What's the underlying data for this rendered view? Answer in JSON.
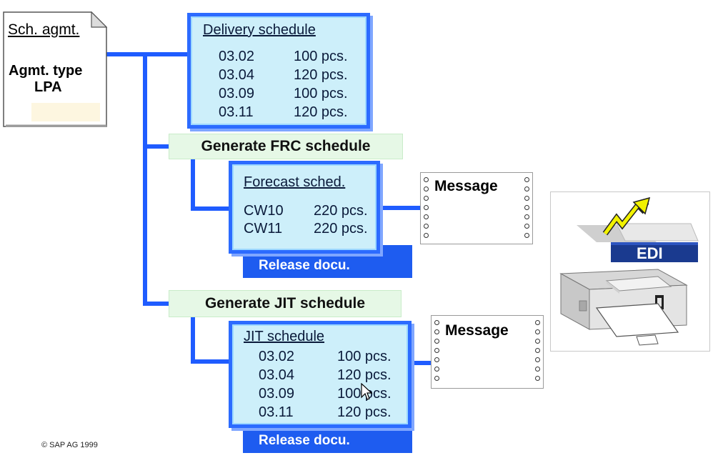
{
  "agreement": {
    "title": "Sch. agmt.",
    "type_label": "Agmt. type",
    "type_value": "LPA"
  },
  "delivery_schedule": {
    "title": "Delivery schedule",
    "rows": [
      {
        "date": "03.02",
        "qty": "100 pcs."
      },
      {
        "date": "03.04",
        "qty": "120 pcs."
      },
      {
        "date": "03.09",
        "qty": "100 pcs."
      },
      {
        "date": "03.11",
        "qty": "120 pcs."
      }
    ]
  },
  "frc": {
    "generate_label": "Generate FRC schedule",
    "title": "Forecast sched.",
    "rows": [
      {
        "date": "CW10",
        "qty": "220 pcs."
      },
      {
        "date": "CW11",
        "qty": "220 pcs."
      }
    ],
    "release_label": "Release docu.",
    "message_label": "Message"
  },
  "jit": {
    "generate_label": "Generate JIT schedule",
    "title": "JIT schedule",
    "rows": [
      {
        "date": "03.02",
        "qty": "100 pcs."
      },
      {
        "date": "03.04",
        "qty": "120 pcs."
      },
      {
        "date": "03.09",
        "qty": "100 pcs."
      },
      {
        "date": "03.11",
        "qty": "120 pcs."
      }
    ],
    "release_label": "Release docu.",
    "message_label": "Message"
  },
  "edi": {
    "label": "EDI",
    "icons": [
      "edi-transmission-icon",
      "printer-icon"
    ]
  },
  "copyright": "©  SAP AG 1999",
  "colors": {
    "connector": "#1f5cff",
    "schedule_fill": "#cdeffa",
    "schedule_border": "#2c6bff",
    "banner_fill": "#e6f8e6",
    "release_fill": "#1e5cf0",
    "edi_fill": "#1a3a8f"
  }
}
